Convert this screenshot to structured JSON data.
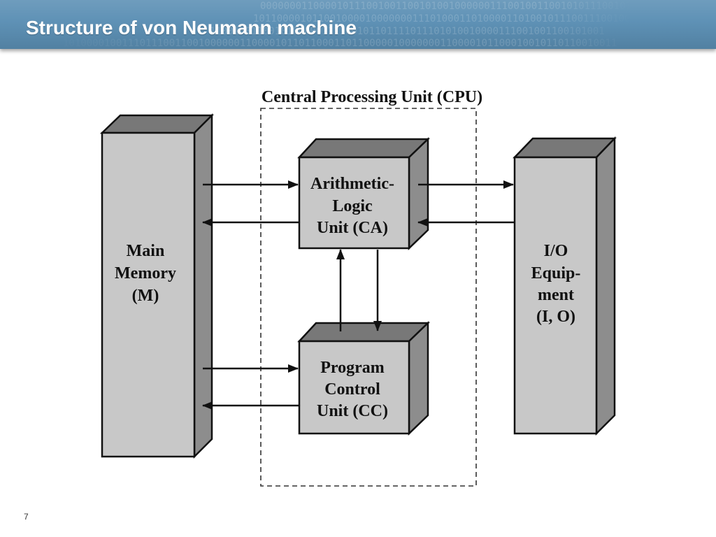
{
  "slide": {
    "title": "Structure of von Neumann machine",
    "page_number": "7"
  },
  "header": {
    "binary_pattern": [
      "000000011000010111001001100101001000000111001001100101011100101",
      "1011000010110010000100000001110100011010000110100101110011100100",
      "1100100110010100000111100101101111011101010010000111001001100101001",
      "1010000100111011100110010000001100001011011000110110000010000000110000101100010010110110010011"
    ]
  },
  "diagram": {
    "cpu_label": "Central Processing Unit (CPU)",
    "main_memory": {
      "label_lines": [
        "Main",
        "Memory",
        "(M)"
      ]
    },
    "alu": {
      "label_lines": [
        "Arithmetic-",
        "Logic",
        "Unit (CA)"
      ]
    },
    "program_control": {
      "label_lines": [
        "Program",
        "Control",
        "Unit (CC)"
      ]
    },
    "io_equipment": {
      "label_lines": [
        "I/O",
        "Equip-",
        "ment",
        "(I, O)"
      ]
    }
  },
  "colors": {
    "header_blue": "#5b8fb4",
    "box_front": "#c8c8c8",
    "box_top": "#787878",
    "box_side": "#8d8d8d"
  }
}
